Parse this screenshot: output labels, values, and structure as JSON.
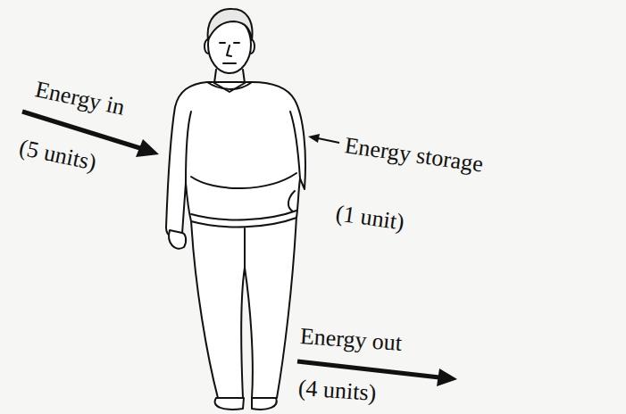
{
  "diagram": {
    "labels": [
      "Energy in",
      "(5 units)",
      "Energy storage",
      "(1 unit)",
      "Energy out",
      "(4 units)"
    ]
  }
}
